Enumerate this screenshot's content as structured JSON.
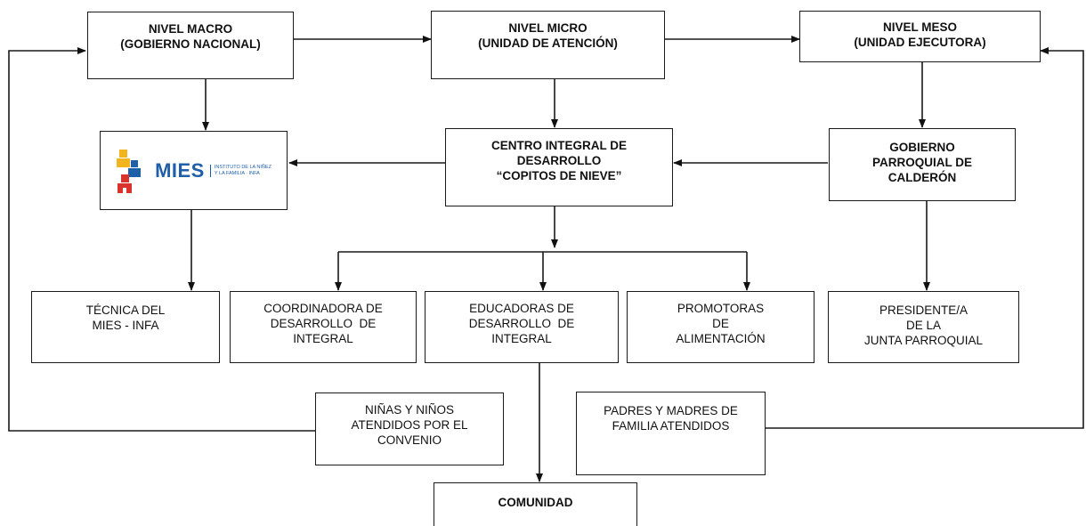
{
  "boxes": {
    "macro": {
      "lines": [
        "NIVEL MACRO",
        "(GOBIERNO NACIONAL)"
      ]
    },
    "micro": {
      "lines": [
        "NIVEL MICRO",
        "(UNIDAD DE ATENCIÓN)"
      ]
    },
    "meso": {
      "lines": [
        "NIVEL MESO",
        "(UNIDAD EJECUTORA)"
      ]
    },
    "centro": {
      "lines": [
        "CENTRO INTEGRAL DE",
        "DESARROLLO",
        "“COPITOS DE NIEVE”"
      ]
    },
    "gobierno": {
      "lines": [
        "GOBIERNO",
        "PARROQUIAL DE",
        "CALDERÓN"
      ]
    },
    "tecnica": {
      "lines": [
        "TÉCNICA DEL",
        "MIES - INFA"
      ]
    },
    "coordinadora": {
      "lines": [
        "COORDINADORA DE",
        "DESARROLLO  DE",
        "INTEGRAL"
      ]
    },
    "educadoras": {
      "lines": [
        "EDUCADORAS DE",
        "DESARROLLO  DE",
        "INTEGRAL"
      ]
    },
    "promotoras": {
      "lines": [
        "PROMOTORAS",
        "DE",
        "ALIMENTACIÓN"
      ]
    },
    "presidente": {
      "lines": [
        "PRESIDENTE/A",
        "DE LA",
        "JUNTA PARROQUIAL"
      ]
    },
    "ninos": {
      "lines": [
        "NIÑAS Y NIÑOS",
        "ATENDIDOS POR EL",
        "CONVENIO"
      ]
    },
    "padres": {
      "lines": [
        "PADRES Y MADRES DE",
        "FAMILIA ATENDIDOS"
      ]
    },
    "comunidad": {
      "lines": [
        "COMUNIDAD"
      ]
    }
  },
  "logo": {
    "wordmark": "MIES",
    "subtitle_lines": [
      "INSTITUTO DE LA NIÑEZ",
      "Y LA FAMILIA · INFA"
    ],
    "colors": {
      "blue": "#1f5fa8",
      "yellow": "#f2b51f",
      "red": "#d8342b"
    }
  }
}
